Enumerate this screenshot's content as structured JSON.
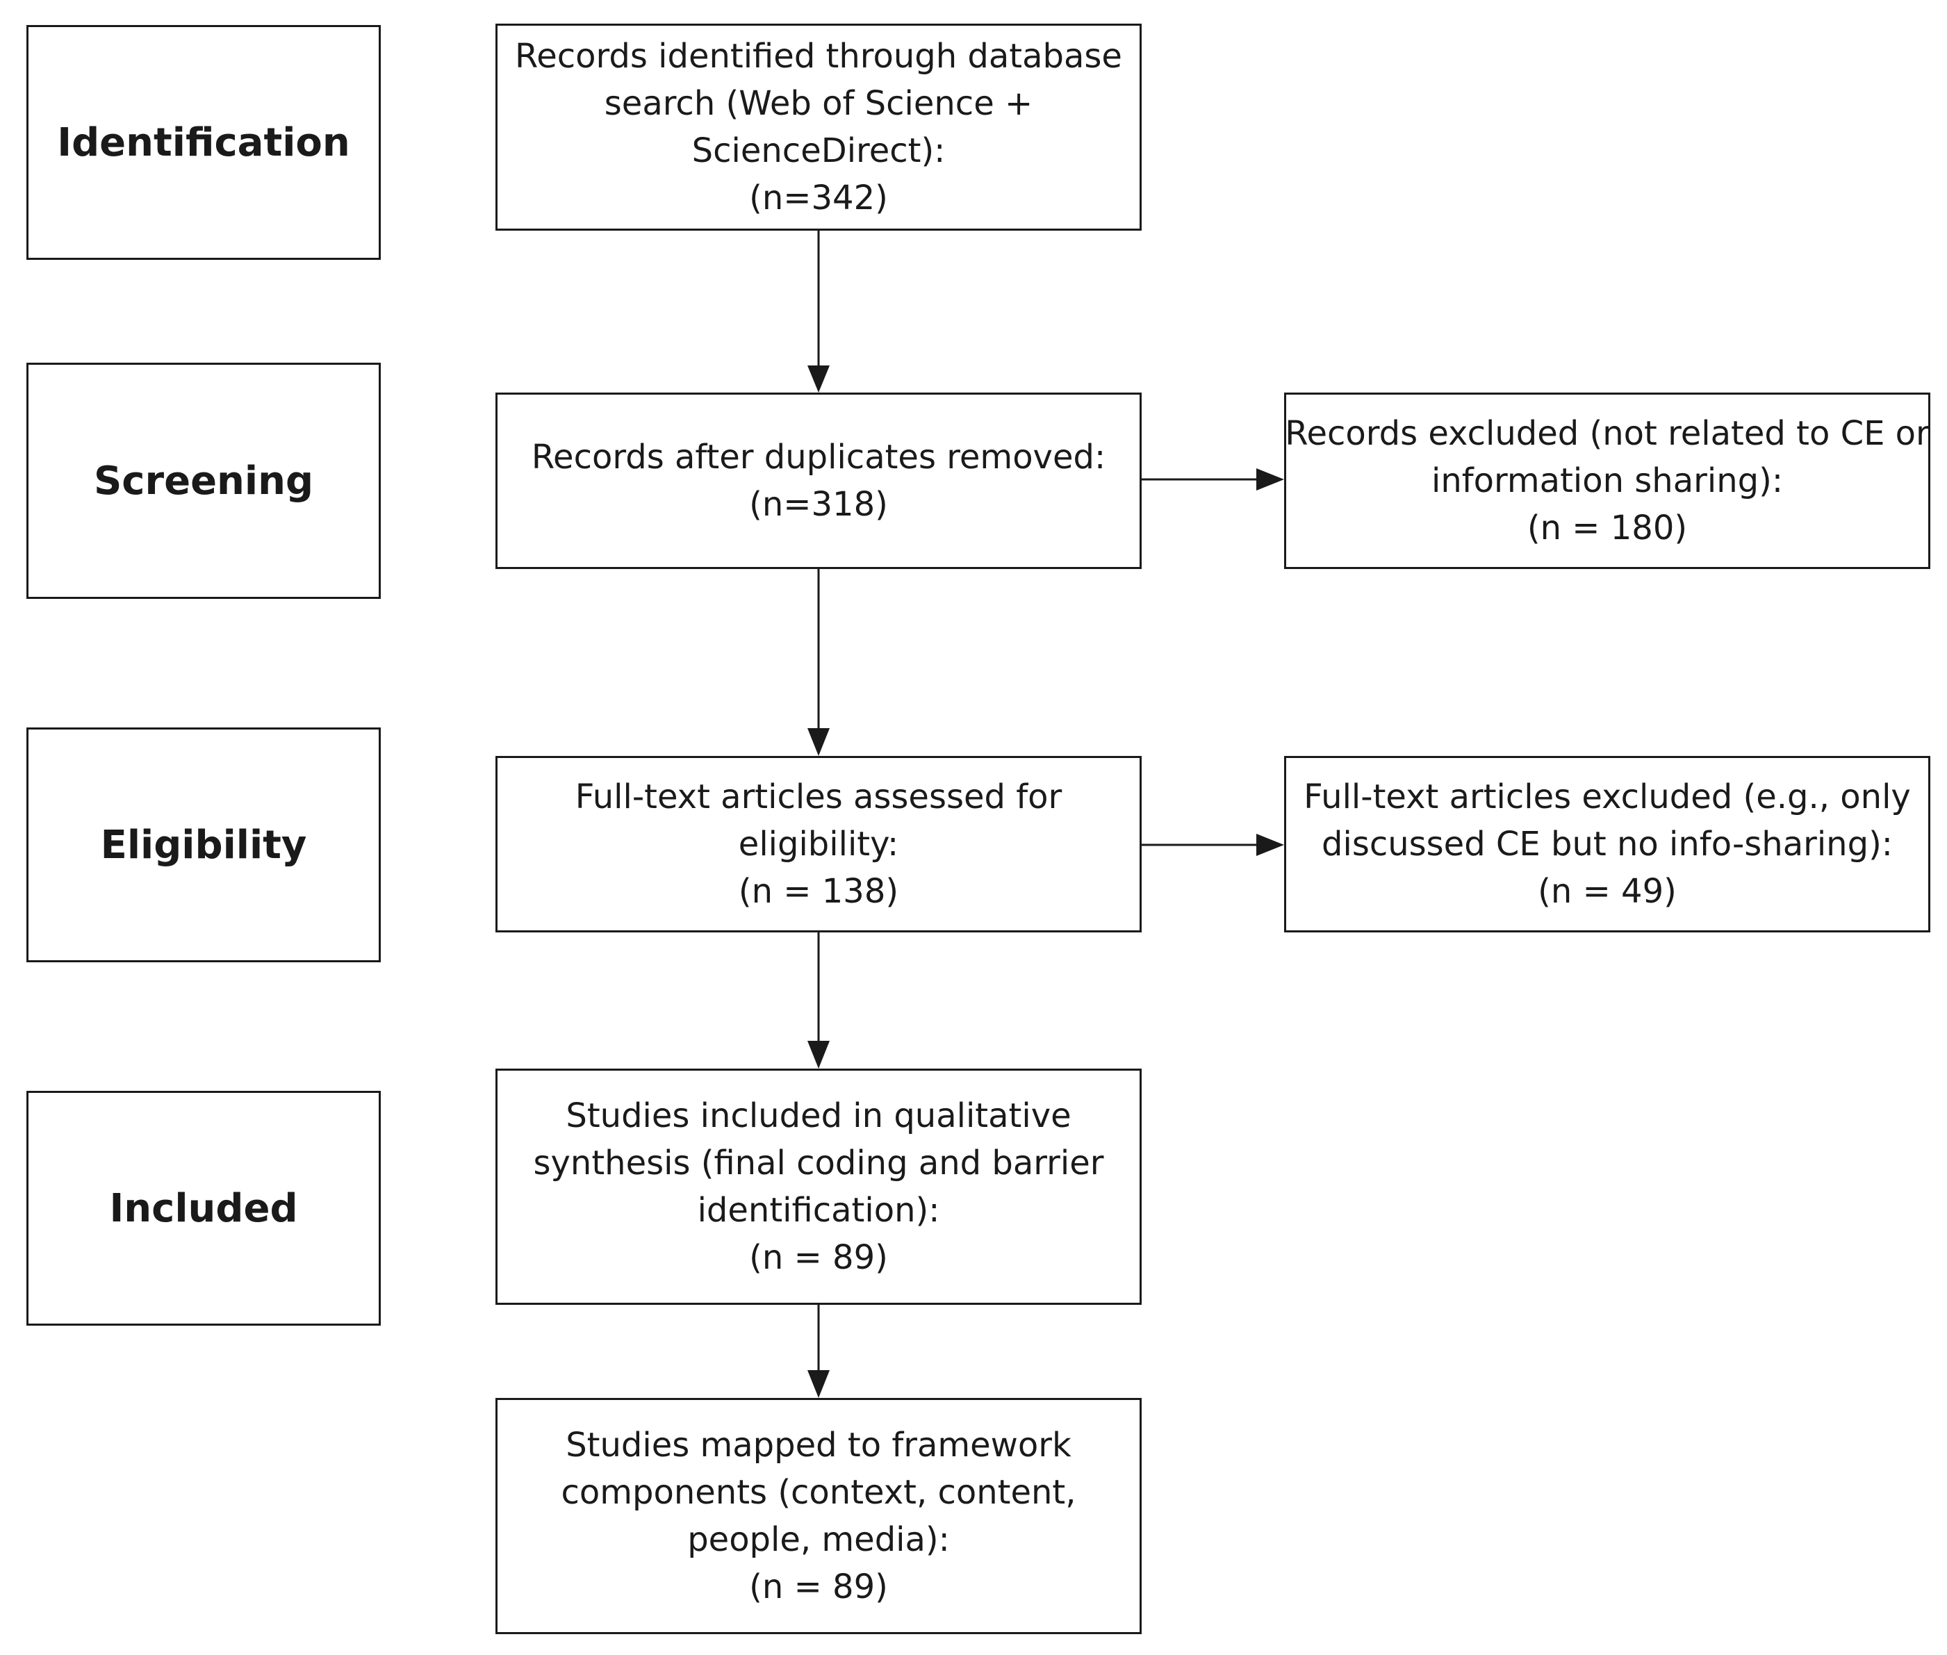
{
  "stages": {
    "identification": "Identification",
    "screening": "Screening",
    "eligibility": "Eligibility",
    "included": "Included"
  },
  "boxes": {
    "identified": {
      "lines": [
        "Records identified through database",
        "search (Web of Science +",
        "ScienceDirect):",
        "(n=342)"
      ]
    },
    "deduplicated": {
      "lines": [
        "Records after duplicates removed:",
        "(n=318)"
      ]
    },
    "excluded_records": {
      "lines": [
        "Records excluded (not related to CE or",
        "information sharing):",
        "(n = 180)"
      ]
    },
    "assessed": {
      "lines": [
        "Full-text articles assessed for",
        "eligibility:",
        "(n = 138)"
      ]
    },
    "excluded_fulltext": {
      "lines": [
        "Full-text articles excluded (e.g., only",
        "discussed CE but no info-sharing):",
        "(n = 49)"
      ]
    },
    "included_qualitative": {
      "lines": [
        "Studies included in qualitative",
        "synthesis (final coding and barrier",
        "identification):",
        "(n = 89)"
      ]
    },
    "mapped": {
      "lines": [
        "Studies mapped to framework",
        "components (context, content,",
        "people, media):",
        "(n = 89)"
      ]
    }
  }
}
